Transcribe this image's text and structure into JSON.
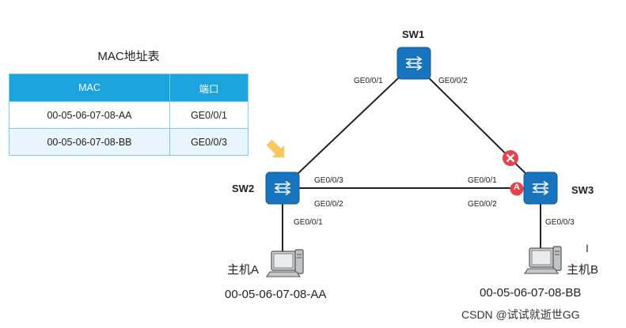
{
  "mac_table": {
    "title": "MAC地址表",
    "columns": [
      "MAC",
      "端口"
    ],
    "rows": [
      {
        "mac": "00-05-06-07-08-AA",
        "port": "GE0/0/1"
      },
      {
        "mac": "00-05-06-07-08-BB",
        "port": "GE0/0/3"
      }
    ]
  },
  "switches": {
    "sw1": {
      "label": "SW1",
      "port_left": "GE0/0/1",
      "port_right": "GE0/0/2"
    },
    "sw2": {
      "label": "SW2",
      "port_right": "GE0/0/3",
      "port_right_low": "GE0/0/2",
      "port_down": "GE0/0/1"
    },
    "sw3": {
      "label": "SW3",
      "port_left": "GE0/0/1",
      "port_left_low": "GE0/0/2",
      "port_down": "GE0/0/3"
    }
  },
  "hosts": {
    "a": {
      "label": "主机A",
      "mac": "00-05-06-07-08-AA"
    },
    "b": {
      "label": "主机B",
      "mac": "00-05-06-07-08-BB"
    }
  },
  "markers": {
    "blocked": "×",
    "alternate": "A"
  },
  "watermark": "CSDN @试试就逝世GG",
  "colors": {
    "switch_blue": "#1874bd",
    "table_header": "#1aa3dc",
    "blocked_red": "#e8414a",
    "arrow_yellow": "#f6c04a"
  }
}
